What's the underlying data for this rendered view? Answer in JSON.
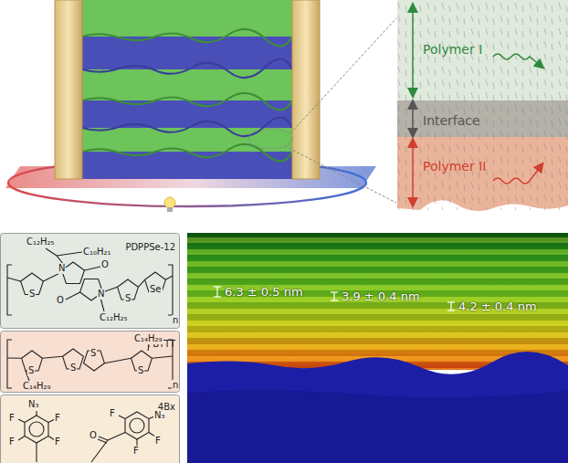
{
  "diagram": {
    "nodes": [
      {
        "text": [
          "Polymer I"
        ]
      },
      {
        "text": [
          "Interface"
        ]
      },
      {
        "text": [
          "Polymer II"
        ]
      },
      {
        "text": [
          "PDPPSe-12"
        ]
      },
      {
        "text": [
          "PBTTT"
        ]
      },
      {
        "text": [
          "4Bx"
        ]
      }
    ],
    "labels": [
      "6.3 ± 0.5 nm",
      "3.9 ± 0.4 nm",
      "4.2 ± 0.4 nm",
      "C₁₂H₂₅",
      "C₁₀H₂₁",
      "N",
      "O",
      "O",
      "N",
      "C₁₂H₂₅",
      "S",
      "S",
      "Se",
      "n",
      "C₁₄H₂₉",
      "S",
      "S",
      "S",
      "S",
      "C₁₄H₂₉",
      "n",
      "N₃",
      "F",
      "F",
      "F",
      "F",
      "F",
      "N₃",
      "F",
      "F",
      "O"
    ]
  }
}
